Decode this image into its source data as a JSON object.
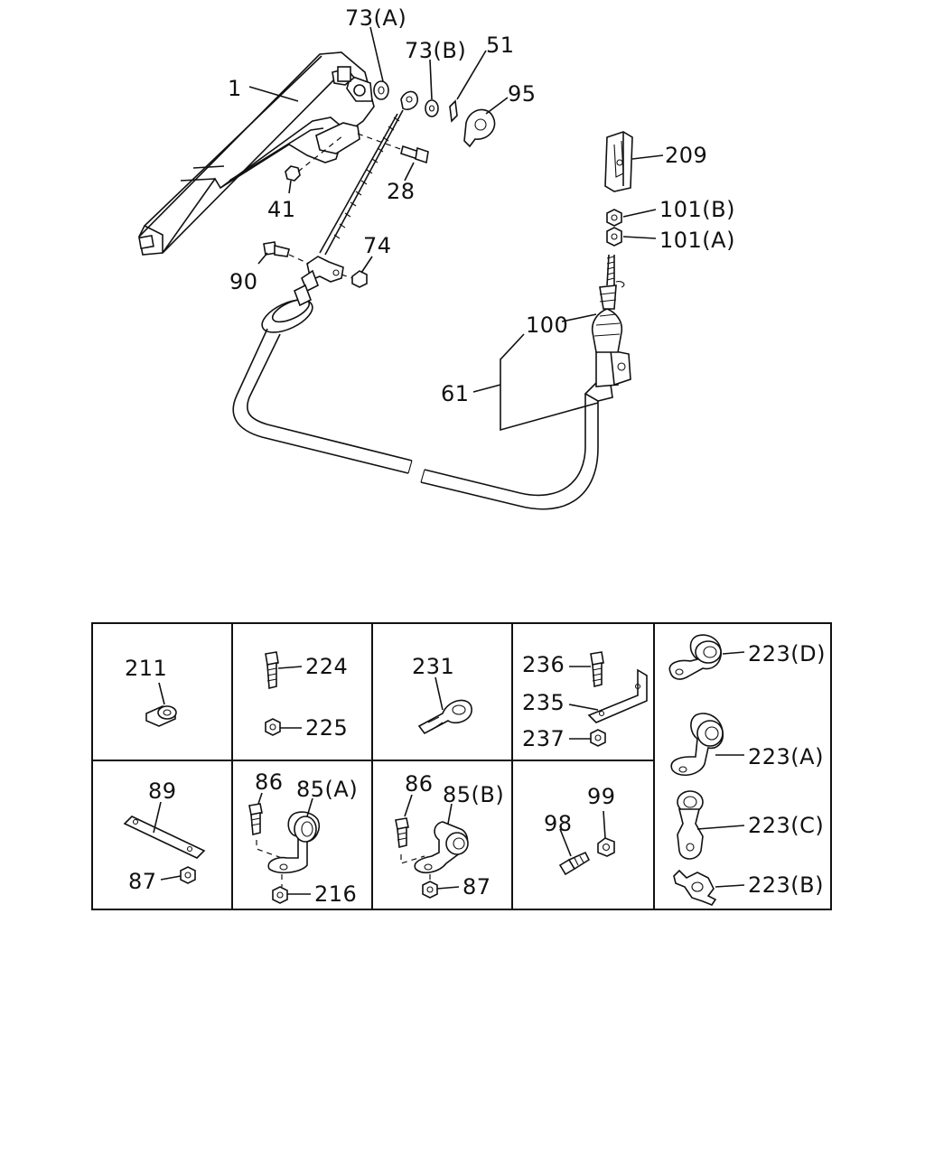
{
  "upper_labels": {
    "p1": "1",
    "p73a": "73(A)",
    "p73b": "73(B)",
    "p51": "51",
    "p95": "95",
    "p209": "209",
    "p101b": "101(B)",
    "p101a": "101(A)",
    "p41": "41",
    "p28": "28",
    "p74": "74",
    "p90": "90",
    "p100": "100",
    "p61": "61"
  },
  "grid_labels": {
    "p211": "211",
    "p224": "224",
    "p225": "225",
    "p231": "231",
    "p236": "236",
    "p235": "235",
    "p237": "237",
    "p223d": "223(D)",
    "p223a": "223(A)",
    "p223c": "223(C)",
    "p223b": "223(B)",
    "p89": "89",
    "p87a": "87",
    "p86a": "86",
    "p85a": "85(A)",
    "p216": "216",
    "p86b": "86",
    "p85b": "85(B)",
    "p87b": "87",
    "p98": "98",
    "p99": "99"
  }
}
